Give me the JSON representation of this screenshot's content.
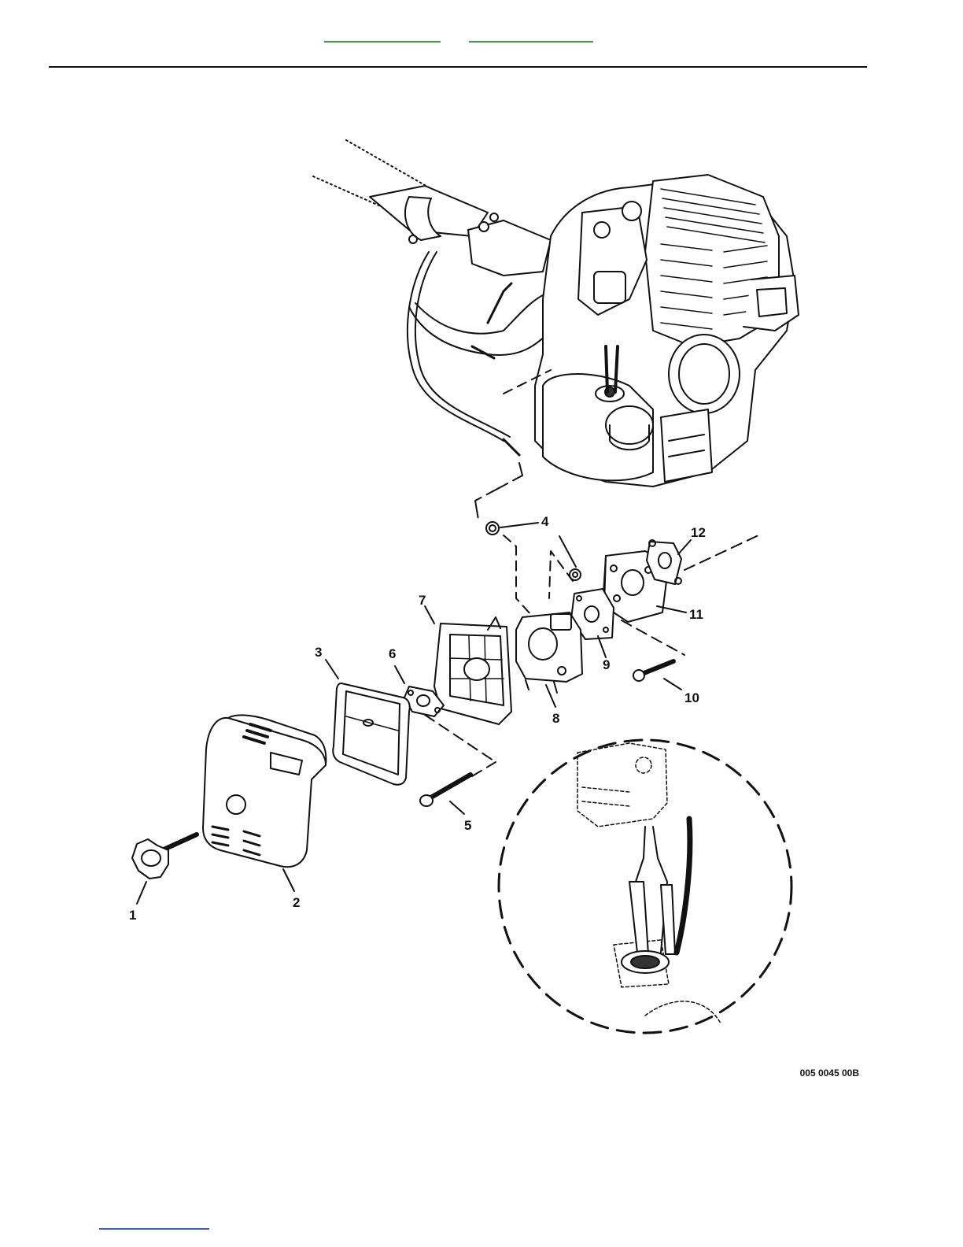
{
  "callouts": {
    "c1": "1",
    "c2": "2",
    "c3": "3",
    "c4": "4",
    "c5": "5",
    "c6": "6",
    "c7": "7",
    "c8": "8",
    "c9": "9",
    "c10": "10",
    "c11": "11",
    "c12": "12"
  },
  "figure_id": "005 0045 00B",
  "colors": {
    "header_link": "#2e9e3e",
    "footer_link": "#3b5fc2",
    "ink": "#111111"
  }
}
